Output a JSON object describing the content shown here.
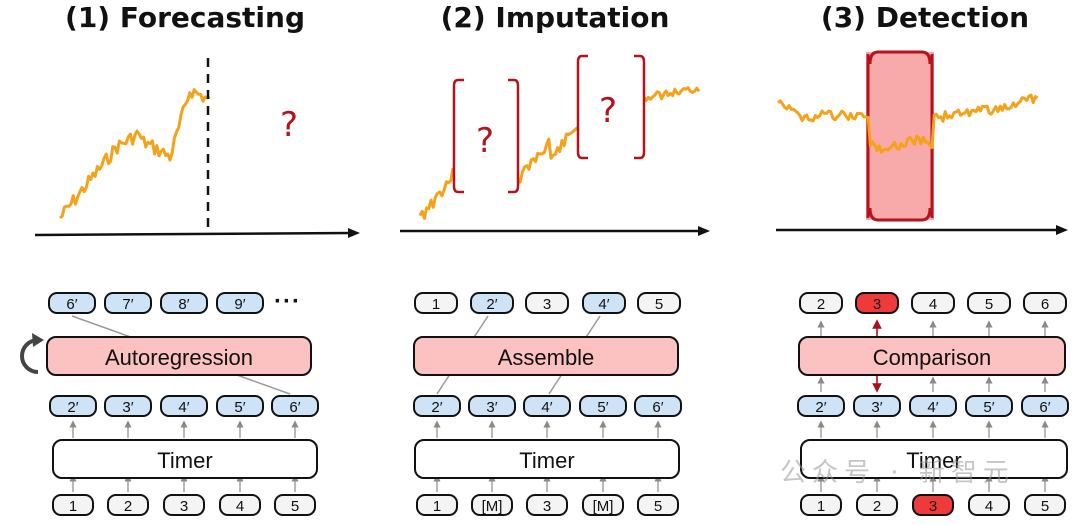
{
  "panels": [
    {
      "id": "forecasting",
      "title": "(1) Forecasting",
      "plot": {
        "question_marks": [
          "?"
        ]
      },
      "output_tokens": [
        "6′",
        "7′",
        "8′",
        "9′"
      ],
      "ellipsis": "···",
      "middle_block": "Autoregression",
      "hidden_tokens": [
        "2′",
        "3′",
        "4′",
        "5′",
        "6′"
      ],
      "encoder": "Timer",
      "input_tokens": [
        "1",
        "2",
        "3",
        "4",
        "5"
      ]
    },
    {
      "id": "imputation",
      "title": "(2) Imputation",
      "plot": {
        "question_marks": [
          "?",
          "?"
        ]
      },
      "output_tokens": [
        "1",
        "2′",
        "3",
        "4′",
        "5"
      ],
      "middle_block": "Assemble",
      "hidden_tokens": [
        "2′",
        "3′",
        "4′",
        "5′",
        "6′"
      ],
      "encoder": "Timer",
      "input_tokens": [
        "1",
        "[M]",
        "3",
        "[M]",
        "5"
      ]
    },
    {
      "id": "detection",
      "title": "(3) Detection",
      "output_tokens": [
        "2",
        "3",
        "4",
        "5",
        "6"
      ],
      "middle_block": "Comparison",
      "hidden_tokens": [
        "2′",
        "3′",
        "4′",
        "5′",
        "6′"
      ],
      "encoder": "Timer",
      "input_tokens": [
        "1",
        "2",
        "3",
        "4",
        "5"
      ]
    }
  ],
  "colors": {
    "series": "#f5a21b",
    "question": "#b5121b",
    "token_blue": "#cfe3f6",
    "token_red": "#ee3a3a",
    "block_pink": "#fcc2c2"
  },
  "icons": [
    "loop-arrow-icon"
  ],
  "watermark": "公众号 · 新智元"
}
